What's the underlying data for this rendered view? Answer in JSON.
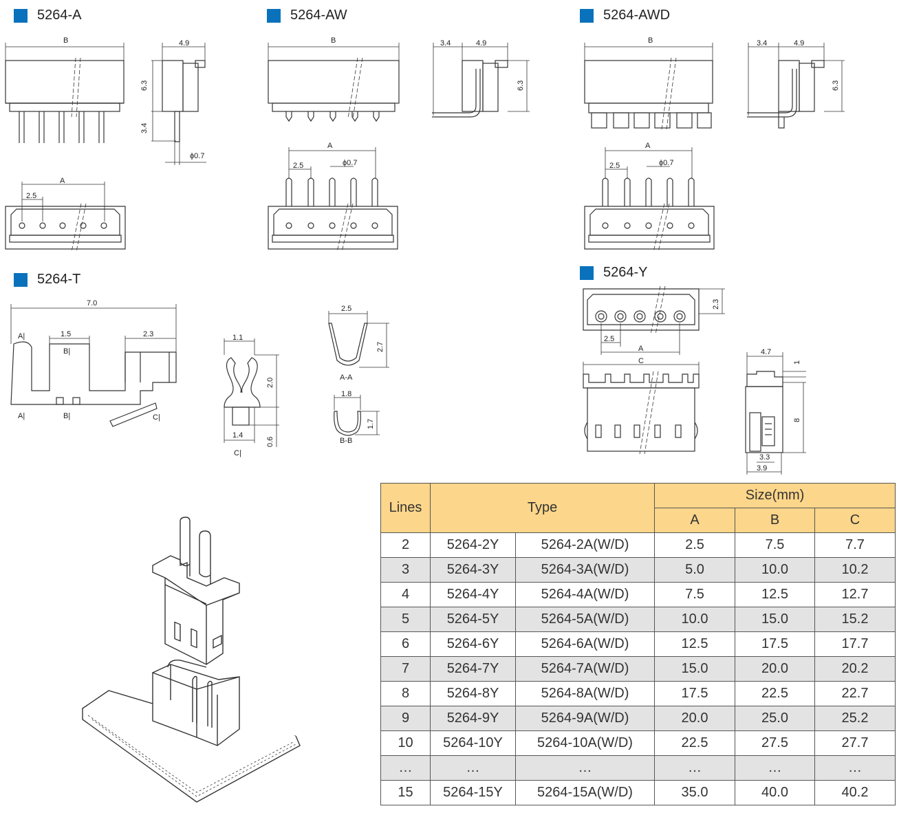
{
  "sections": {
    "a": "5264-A",
    "aw": "5264-AW",
    "awd": "5264-AWD",
    "t": "5264-T",
    "y": "5264-Y"
  },
  "dims": {
    "a_B": "B",
    "a_49": "4.9",
    "a_63": "6.3",
    "a_34": "3.4",
    "a_phi": "ϕ0.7",
    "a_A": "A",
    "a_25": "2.5",
    "aw_B": "B",
    "aw_34": "3.4",
    "aw_49": "4.9",
    "aw_63": "6.3",
    "aw_A": "A",
    "aw_25": "2.5",
    "aw_phi": "ϕ0.7",
    "awd_B": "B",
    "awd_34": "3.4",
    "awd_49": "4.9",
    "awd_63": "6.3",
    "awd_A": "A",
    "awd_25": "2.5",
    "awd_phi": "ϕ0.7",
    "t_70": "7.0",
    "t_15": "1.5",
    "t_23": "2.3",
    "t_A1": "A|",
    "t_B1": "B|",
    "t_A2": "A|",
    "t_B2": "B|",
    "t_C1": "C|",
    "t_11": "1.1",
    "t_20": "2.0",
    "t_14": "1.4",
    "t_06": "0.6",
    "t_C2": "C|",
    "t_25": "2.5",
    "t_27": "2.7",
    "t_AA": "A-A",
    "t_18": "1.8",
    "t_17": "1.7",
    "t_BB": "B-B",
    "y_23": "2.3",
    "y_25": "2.5",
    "y_A": "A",
    "y_C": "C",
    "y_47": "4.7",
    "y_1": "1",
    "y_8": "8",
    "y_33": "3.3",
    "y_39": "3.9"
  },
  "table": {
    "headers": {
      "lines": "Lines",
      "type": "Type",
      "size": "Size(mm)",
      "a": "A",
      "b": "B",
      "c": "C"
    },
    "rows": [
      [
        "2",
        "5264-2Y",
        "5264-2A(W/D)",
        "2.5",
        "7.5",
        "7.7"
      ],
      [
        "3",
        "5264-3Y",
        "5264-3A(W/D)",
        "5.0",
        "10.0",
        "10.2"
      ],
      [
        "4",
        "5264-4Y",
        "5264-4A(W/D)",
        "7.5",
        "12.5",
        "12.7"
      ],
      [
        "5",
        "5264-5Y",
        "5264-5A(W/D)",
        "10.0",
        "15.0",
        "15.2"
      ],
      [
        "6",
        "5264-6Y",
        "5264-6A(W/D)",
        "12.5",
        "17.5",
        "17.7"
      ],
      [
        "7",
        "5264-7Y",
        "5264-7A(W/D)",
        "15.0",
        "20.0",
        "20.2"
      ],
      [
        "8",
        "5264-8Y",
        "5264-8A(W/D)",
        "17.5",
        "22.5",
        "22.7"
      ],
      [
        "9",
        "5264-9Y",
        "5264-9A(W/D)",
        "20.0",
        "25.0",
        "25.2"
      ],
      [
        "10",
        "5264-10Y",
        "5264-10A(W/D)",
        "22.5",
        "27.5",
        "27.7"
      ],
      [
        "…",
        "…",
        "…",
        "…",
        "…",
        "…"
      ],
      [
        "15",
        "5264-15Y",
        "5264-15A(W/D)",
        "35.0",
        "40.0",
        "40.2"
      ]
    ]
  },
  "colors": {
    "accent": "#0a72bd",
    "table_header": "#fcd68a",
    "table_stripe": "#e3e3e3"
  }
}
